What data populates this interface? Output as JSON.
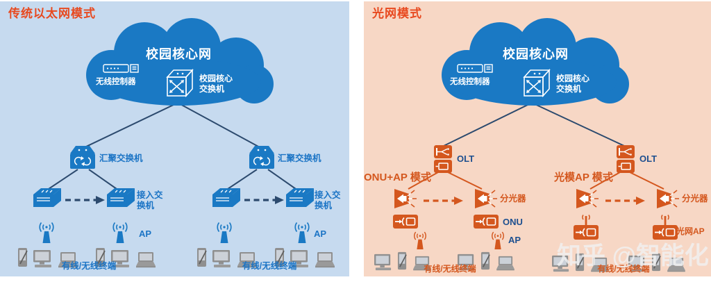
{
  "left_panel": {
    "title": "传统以太网模式",
    "cloud": {
      "name": "校园核心网",
      "wlc": "无线控制器",
      "core_switch": "校园核心\n交换机"
    },
    "agg_switch": "汇聚交换机",
    "access_switch": "接入交\n换机",
    "ap": "AP",
    "terminals": "有线/无线终端"
  },
  "right_panel": {
    "title": "光网模式",
    "cloud": {
      "name": "校园核心网",
      "wlc": "无线控制器",
      "core_switch": "校园核心\n交换机"
    },
    "olt": "OLT",
    "mode_onu_ap": "ONU+AP 模式",
    "mode_optical_ap": "光模AP 模式",
    "splitter": "分光器",
    "onu": "ONU",
    "ap": "AP",
    "optical_ap": "光网AP",
    "terminals": "有线/无线终端"
  },
  "watermark": "知乎 @智能化",
  "colors": {
    "left_bg": "#c6daef",
    "right_bg": "#f7d7c5",
    "device_blue": "#1a79c4",
    "device_orange": "#d4571e",
    "title_red": "#e8491f",
    "line_navy": "#2c4a6e",
    "label_blue": "#1b74c5",
    "label_navy": "#1d4f8f",
    "terminal_gray": "#8f8f8f"
  }
}
